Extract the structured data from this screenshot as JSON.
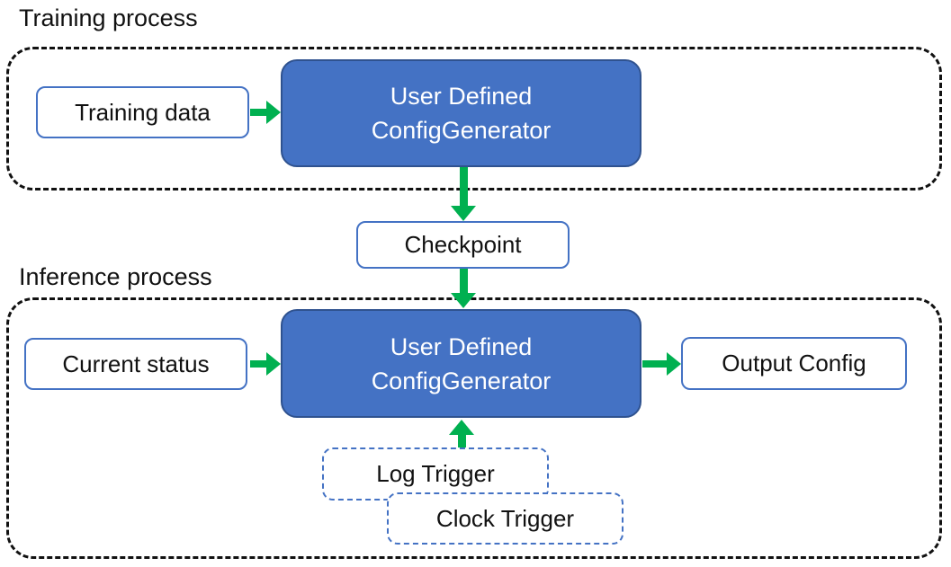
{
  "colors": {
    "generator_fill_blue": "#4472C4",
    "generator_border_blue": "#2F528F",
    "light_box_border_blue": "#4472C4",
    "arrow_green": "#00B050",
    "dashed_container_black": "#111111"
  },
  "training": {
    "section_label": "Training process",
    "input_box": "Training data",
    "generator_box": {
      "line1": "User Defined",
      "line2": "ConfigGenerator"
    }
  },
  "checkpoint_box": "Checkpoint",
  "inference": {
    "section_label": "Inference process",
    "input_box": "Current status",
    "generator_box": {
      "line1": "User Defined",
      "line2": "ConfigGenerator"
    },
    "output_box": "Output Config",
    "trigger_boxes": [
      "Log Trigger",
      "Clock Trigger"
    ]
  },
  "icons": {
    "arrows": [
      "right-arrow-icon",
      "down-arrow-icon",
      "up-arrow-icon"
    ]
  }
}
